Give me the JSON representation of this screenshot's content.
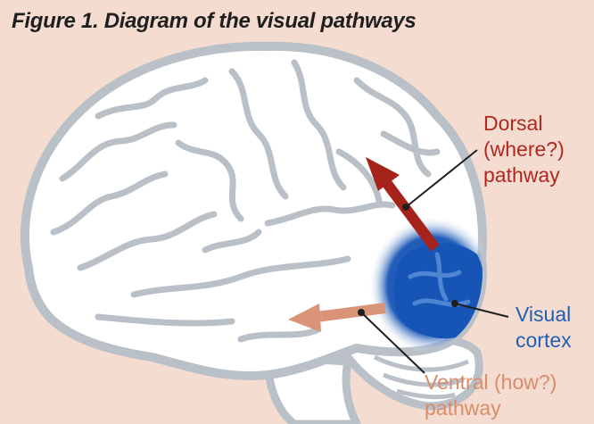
{
  "title": "Figure 1. Diagram of the visual pathways",
  "labels": {
    "dorsal": {
      "line1": "Dorsal",
      "line2": "(where?)",
      "line3": "pathway"
    },
    "visual": {
      "line1": "Visual",
      "line2": "cortex"
    },
    "ventral": {
      "line1": "Ventral (how?)",
      "line2": "pathway"
    }
  },
  "colors": {
    "background": "#f4ddd0",
    "brain_outline": "#b9c0c7",
    "brain_fill": "#ffffff",
    "dorsal": "#a6231b",
    "ventral": "#d99478",
    "visual_cortex": "#1655b5"
  }
}
